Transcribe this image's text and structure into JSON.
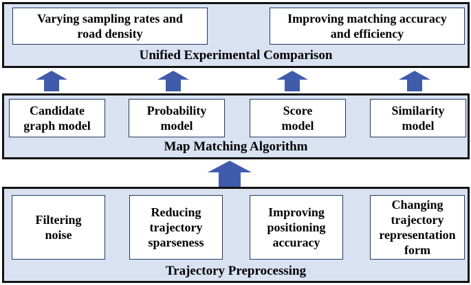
{
  "top_panel": {
    "title": "Unified Experimental Comparison",
    "boxes": [
      "Varying sampling rates and\nroad density",
      "Improving matching accuracy\nand efficiency"
    ]
  },
  "middle_panel": {
    "title": "Map Matching Algorithm",
    "boxes": [
      "Candidate\ngraph model",
      "Probability\nmodel",
      "Score\nmodel",
      "Similarity\nmodel"
    ]
  },
  "bottom_panel": {
    "title": "Trajectory Preprocessing",
    "boxes": [
      "Filtering\nnoise",
      "Reducing\ntrajectory\nsparseness",
      "Improving\npositioning\naccuracy",
      "Changing\ntrajectory\nrepresentation\nform"
    ]
  },
  "colors": {
    "panel_fill": "#d9e2f1",
    "arrow": "#3f5bab",
    "box_border": "#1f3864"
  }
}
